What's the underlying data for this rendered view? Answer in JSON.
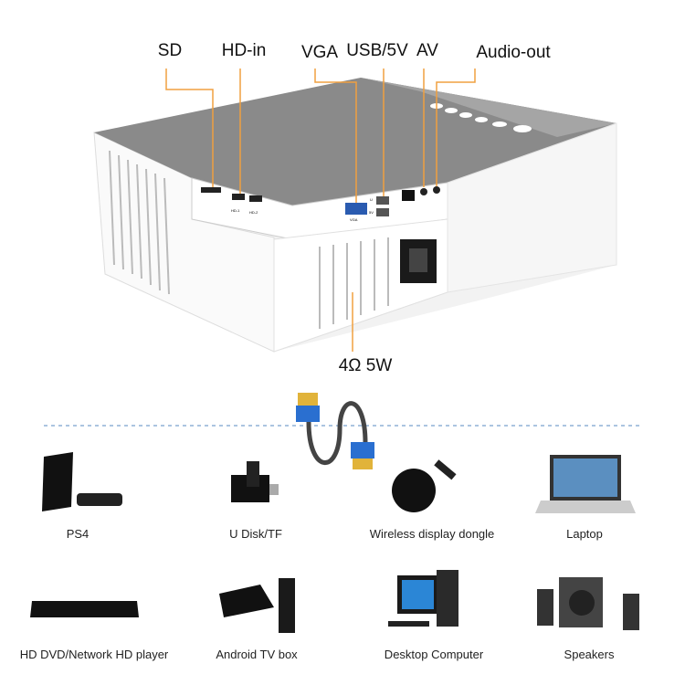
{
  "ports": {
    "sd": "SD",
    "hd_in": "HD-in",
    "vga": "VGA",
    "usb": "USB/5V",
    "av": "AV",
    "audio_out": "Audio-out",
    "speaker": "4Ω 5W"
  },
  "port_marks": {
    "hd1": "HD-1",
    "hd2": "HD-2",
    "vga": "VGA",
    "u": "U",
    "v": "5V"
  },
  "accent_color": "#f0a040",
  "devices": [
    {
      "label": "PS4",
      "icon": "game-console-icon"
    },
    {
      "label": "U Disk/TF",
      "icon": "usb-drive-icon"
    },
    {
      "label": "Wireless display dongle",
      "icon": "dongle-icon"
    },
    {
      "label": "Laptop",
      "icon": "laptop-icon"
    },
    {
      "label": "HD DVD/Network HD player",
      "icon": "dvd-player-icon"
    },
    {
      "label": "Android TV box",
      "icon": "tv-box-icon"
    },
    {
      "label": "Desktop Computer",
      "icon": "desktop-computer-icon"
    },
    {
      "label": "Speakers",
      "icon": "speakers-icon"
    }
  ]
}
